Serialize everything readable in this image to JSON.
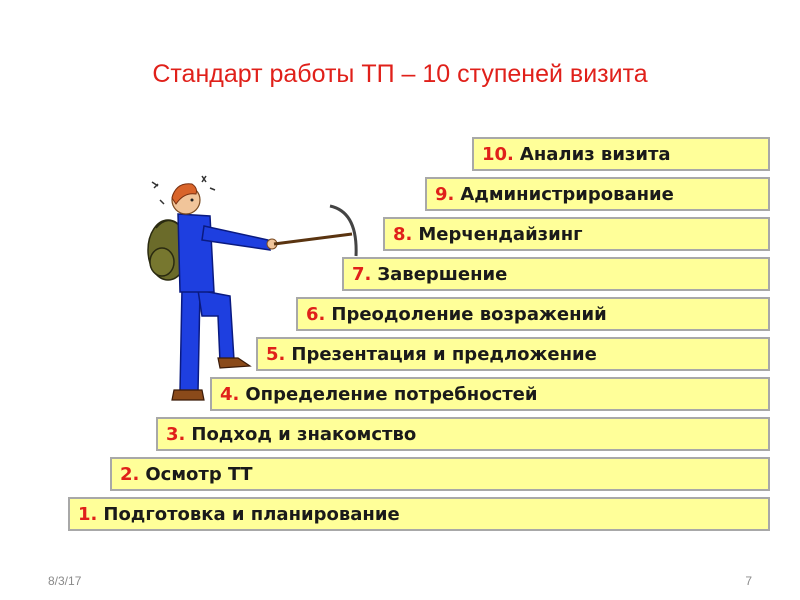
{
  "slide": {
    "title": "Стандарт работы ТП – 10 ступеней визита",
    "steps": [
      {
        "num": "1.",
        "label": "Подготовка и планирование"
      },
      {
        "num": "2.",
        "label": "Осмотр ТТ"
      },
      {
        "num": "3.",
        "label": "Подход и знакомство"
      },
      {
        "num": "4.",
        "label": "Определение потребностей"
      },
      {
        "num": "5.",
        "label": "Презентация и предложение"
      },
      {
        "num": "6.",
        "label": "Преодоление возражений"
      },
      {
        "num": "7.",
        "label": "Завершение"
      },
      {
        "num": "8.",
        "label": "Мерчендайзинг"
      },
      {
        "num": "9.",
        "label": "Администрирование"
      },
      {
        "num": "10.",
        "label": "Анализ визита"
      }
    ],
    "footer_date": "8/3/17",
    "page_number": "7"
  },
  "colors": {
    "title": "#e0201a",
    "step_fill": "#ffff99",
    "step_border": "#a8a8a8",
    "step_number": "#e0201a"
  }
}
